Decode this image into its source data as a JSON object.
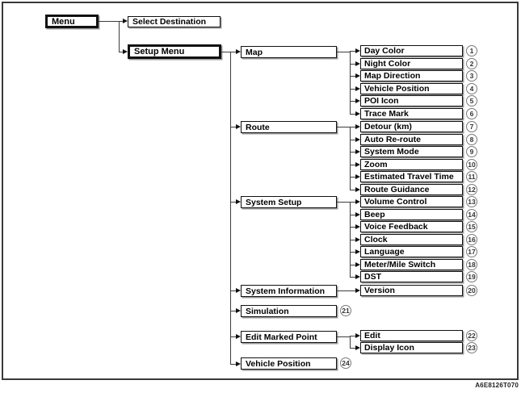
{
  "figure_code": "A6E8126T070",
  "boxes": {
    "menu": "Menu",
    "select_destination": "Select Destination",
    "setup_menu": "Setup Menu",
    "map": "Map",
    "route": "Route",
    "system_setup": "System Setup",
    "system_information": "System Information",
    "simulation": "Simulation",
    "edit_marked_point": "Edit Marked Point",
    "vehicle_position": "Vehicle Position"
  },
  "items": {
    "day_color": {
      "label": "Day Color",
      "num": "1"
    },
    "night_color": {
      "label": "Night Color",
      "num": "2"
    },
    "map_direction": {
      "label": "Map Direction",
      "num": "3"
    },
    "vehicle_position_item": {
      "label": "Vehicle Position",
      "num": "4"
    },
    "poi_icon": {
      "label": "POI Icon",
      "num": "5"
    },
    "trace_mark": {
      "label": "Trace Mark",
      "num": "6"
    },
    "detour": {
      "label": "Detour (km)",
      "num": "7"
    },
    "auto_reroute": {
      "label": "Auto Re-route",
      "num": "8"
    },
    "system_mode": {
      "label": "System Mode",
      "num": "9"
    },
    "zoom": {
      "label": "Zoom",
      "num": "10"
    },
    "estimated_travel_time": {
      "label": "Estimated Travel Time",
      "num": "11"
    },
    "route_guidance": {
      "label": "Route Guidance",
      "num": "12"
    },
    "volume_control": {
      "label": "Volume Control",
      "num": "13"
    },
    "beep": {
      "label": "Beep",
      "num": "14"
    },
    "voice_feedback": {
      "label": "Voice Feedback",
      "num": "15"
    },
    "clock": {
      "label": "Clock",
      "num": "16"
    },
    "language": {
      "label": "Language",
      "num": "17"
    },
    "meter_mile_switch": {
      "label": "Meter/Mile Switch",
      "num": "18"
    },
    "dst": {
      "label": "DST",
      "num": "19"
    },
    "version": {
      "label": "Version",
      "num": "20"
    },
    "simulation_num": "21",
    "edit": {
      "label": "Edit",
      "num": "22"
    },
    "display_icon": {
      "label": "Display Icon",
      "num": "23"
    },
    "vehicle_position_num": "24"
  }
}
